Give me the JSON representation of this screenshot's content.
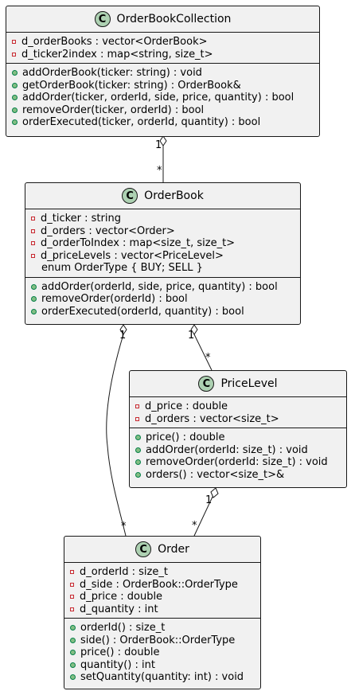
{
  "classes": {
    "order_book_collection": {
      "stereotype": "C",
      "name": "OrderBookCollection",
      "fields": [
        "d_orderBooks : vector<OrderBook>",
        "d_ticker2index : map<string, size_t>"
      ],
      "methods": [
        "addOrderBook(ticker: string) : void",
        "getOrderBook(ticker: string) : OrderBook&",
        "addOrder(ticker, orderId, side, price, quantity) : bool",
        "removeOrder(ticker, orderId) : bool",
        "orderExecuted(ticker, orderId, quantity) : bool"
      ]
    },
    "order_book": {
      "stereotype": "C",
      "name": "OrderBook",
      "fields": [
        "d_ticker : string",
        "d_orders : vector<Order>",
        "d_orderToIndex : map<size_t, size_t>",
        "d_priceLevels : vector<PriceLevel>"
      ],
      "enum_line": "enum OrderType { BUY; SELL }",
      "methods": [
        "addOrder(orderId, side, price, quantity) : bool",
        "removeOrder(orderId) : bool",
        "orderExecuted(orderId, quantity) : bool"
      ]
    },
    "price_level": {
      "stereotype": "C",
      "name": "PriceLevel",
      "fields": [
        "d_price : double",
        "d_orders : vector<size_t>"
      ],
      "methods": [
        "price() : double",
        "addOrder(orderId: size_t) : void",
        "removeOrder(orderId: size_t) : void",
        "orders() : vector<size_t>&"
      ]
    },
    "order": {
      "stereotype": "C",
      "name": "Order",
      "fields": [
        "d_orderId : size_t",
        "d_side : OrderBook::OrderType",
        "d_price : double",
        "d_quantity : int"
      ],
      "methods": [
        "orderId() : size_t",
        "side() : OrderBook::OrderType",
        "price() : double",
        "quantity() : int",
        "setQuantity(quantity: int) : void"
      ]
    }
  },
  "relations": [
    {
      "from": "OrderBookCollection",
      "to": "OrderBook",
      "from_mult": "1",
      "to_mult": "*"
    },
    {
      "from": "OrderBook",
      "to": "Order",
      "from_mult": "1",
      "to_mult": "*"
    },
    {
      "from": "OrderBook",
      "to": "PriceLevel",
      "from_mult": "1",
      "to_mult": "*"
    },
    {
      "from": "PriceLevel",
      "to": "Order",
      "from_mult": "1",
      "to_mult": "*"
    }
  ],
  "colors": {
    "class_fill": "#f1f1f1",
    "badge_fill": "#add1b2",
    "private_marker": "#c82930",
    "public_marker": "#84be84",
    "line": "#181818"
  }
}
